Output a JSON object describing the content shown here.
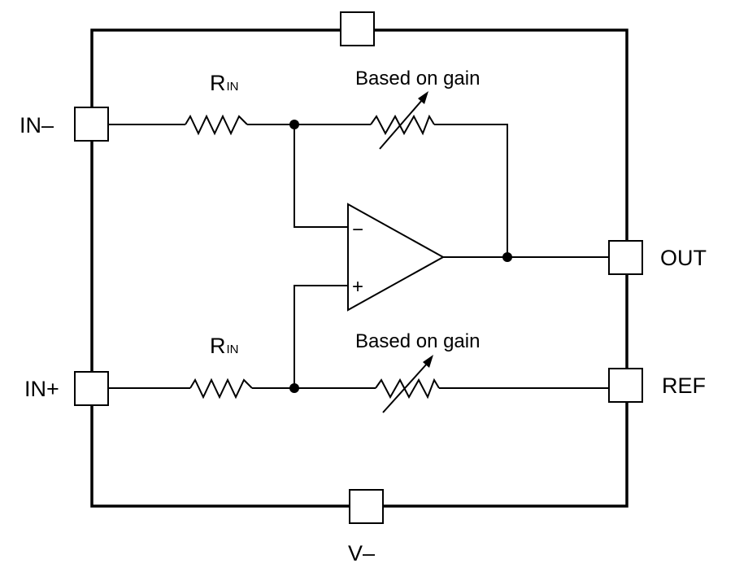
{
  "pins": {
    "in_minus": "IN–",
    "in_plus": "IN+",
    "out": "OUT",
    "ref": "REF",
    "v_minus": "V–"
  },
  "resistors": {
    "rin_top": {
      "main": "R",
      "sub": "IN"
    },
    "rin_bottom": {
      "main": "R",
      "sub": "IN"
    },
    "feedback_caption": "Based on gain",
    "ref_caption": "Based on gain"
  },
  "opamp": {
    "inverting_sign": "−",
    "noninverting_sign": "+"
  }
}
